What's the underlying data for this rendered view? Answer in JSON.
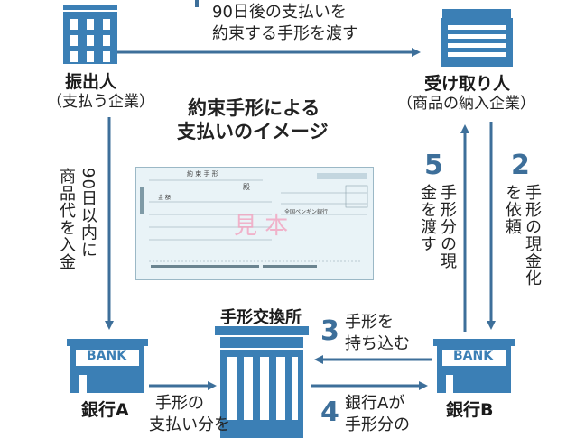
{
  "title": {
    "line1": "約束手形による",
    "line2": "支払いのイメージ"
  },
  "issuer": {
    "name": "振出人",
    "desc": "（支払う企業）"
  },
  "receiver": {
    "name": "受け取り人",
    "desc": "（商品の納入企業）"
  },
  "bank_a": {
    "name": "銀行A",
    "sign": "BANK"
  },
  "bank_b": {
    "name": "銀行B",
    "sign": "BANK"
  },
  "clearing": {
    "name": "手形交換所"
  },
  "steps": {
    "s1": {
      "text1": "90日後の支払いを",
      "text2": "約束する手形を渡す"
    },
    "s2": {
      "num": "2",
      "text": "手形の現金化を依頼"
    },
    "s3": {
      "num": "3",
      "text1": "手形を",
      "text2": "持ち込む"
    },
    "s4": {
      "num": "4",
      "text1": "銀行Aが",
      "text2": "手形分の"
    },
    "s5": {
      "num": "5",
      "text": "手形分の現金を渡す"
    },
    "left_vertical": {
      "col1": "90日以内に",
      "col2": "商品代を入金"
    },
    "bottom_left": {
      "text1": "手形の",
      "text2": "支払い分を"
    }
  },
  "note": {
    "title": "約 束 手 形",
    "amount_label": "金 額",
    "amount_mark": "殿",
    "sample_stamp": "見 本",
    "bank_name": "全国ペンギン銀行"
  },
  "colors": {
    "accent": "#3d6f9a",
    "icon": "#3b7fb5",
    "note_bg": "#e9f3f7"
  }
}
